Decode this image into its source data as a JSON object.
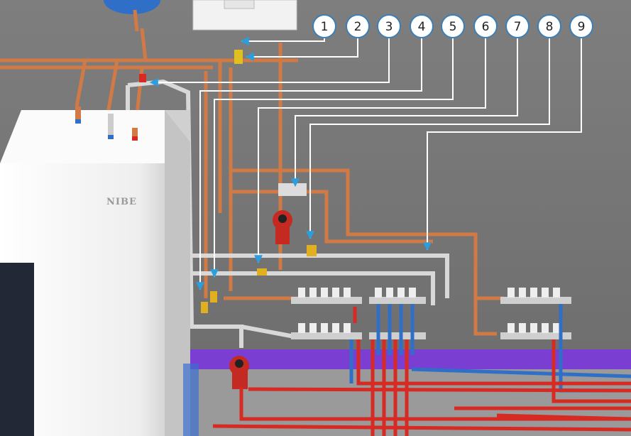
{
  "brand": {
    "logo_text": "NIBE"
  },
  "callouts": [
    {
      "label": "1"
    },
    {
      "label": "2"
    },
    {
      "label": "3"
    },
    {
      "label": "4"
    },
    {
      "label": "5"
    },
    {
      "label": "6"
    },
    {
      "label": "7"
    },
    {
      "label": "8"
    },
    {
      "label": "9"
    }
  ],
  "colors": {
    "wall": "#7a7a7a",
    "floor": "#9a9a9a",
    "copper": "#d27a45",
    "supply_red": "#d62a22",
    "return_blue": "#2f6fc8",
    "leader_line": "#ffffff",
    "arrow": "#2a9fe0",
    "trim_purple": "#7a3fd2",
    "unit_white": "#f1f1f1"
  }
}
